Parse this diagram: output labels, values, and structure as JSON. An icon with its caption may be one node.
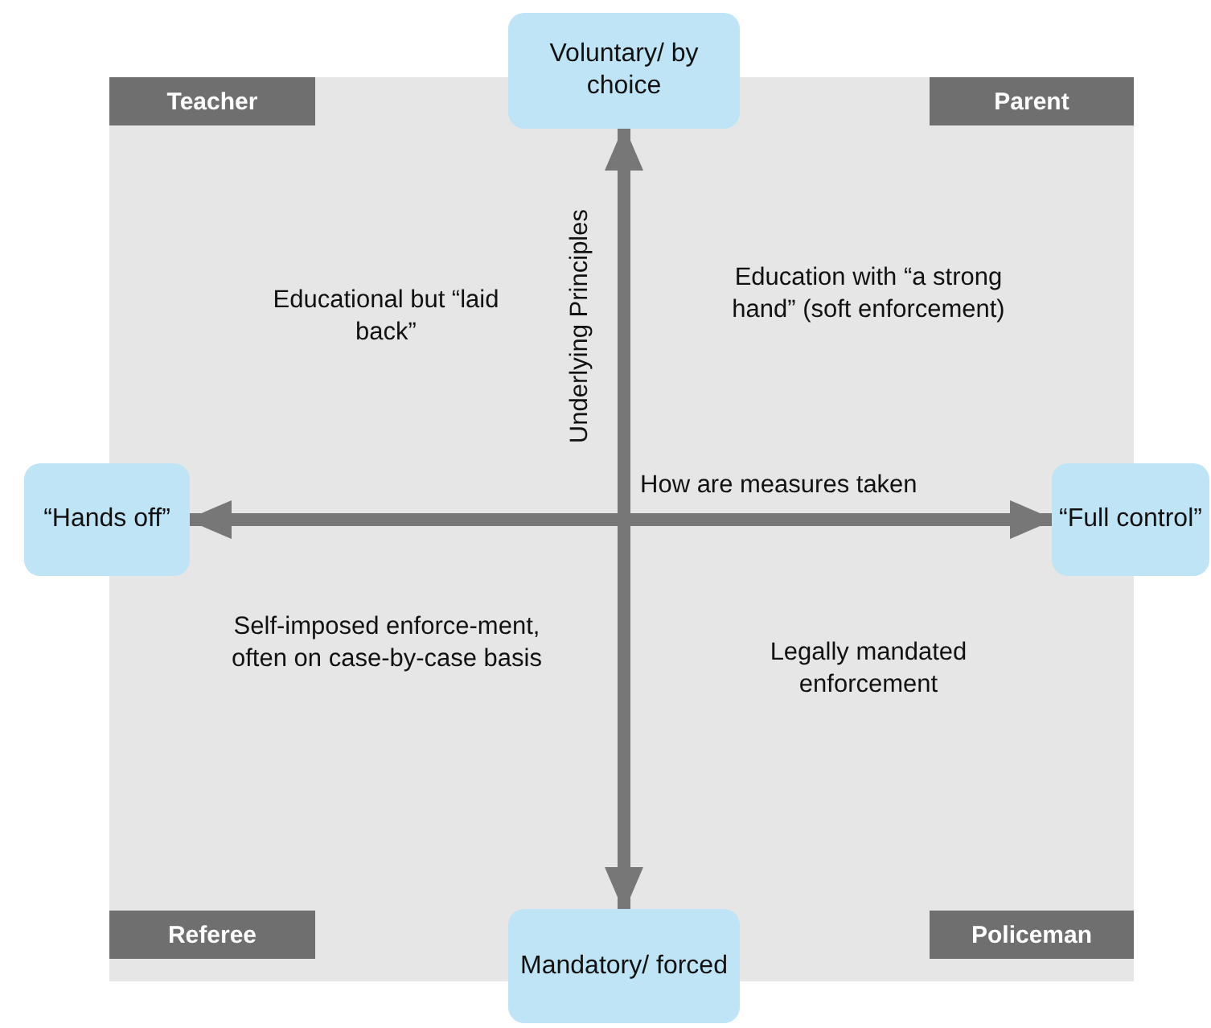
{
  "diagram": {
    "nodes": [
      {
        "text": [
          "Voluntary/ by choice"
        ]
      },
      {
        "text": [
          "“Hands off”"
        ]
      },
      {
        "text": [
          "“Full control”"
        ]
      },
      {
        "text": [
          "Mandatory/ forced"
        ]
      },
      {
        "text": [
          "Teacher"
        ]
      },
      {
        "text": [
          "Parent"
        ]
      },
      {
        "text": [
          "Referee"
        ]
      },
      {
        "text": [
          "Policeman"
        ]
      }
    ],
    "edges": [
      {
        "from": 0,
        "to": 3,
        "arrow": "both",
        "label": "Underlying Principles"
      },
      {
        "from": 1,
        "to": 2,
        "arrow": "both",
        "label": "How are measures taken"
      }
    ],
    "labels": [
      "Educational but “laid back”",
      "Education with “a strong hand” (soft enforcement)",
      "Self-imposed enforce-ment, often on case-by-case basis",
      "Legally mandated enforcement"
    ]
  }
}
